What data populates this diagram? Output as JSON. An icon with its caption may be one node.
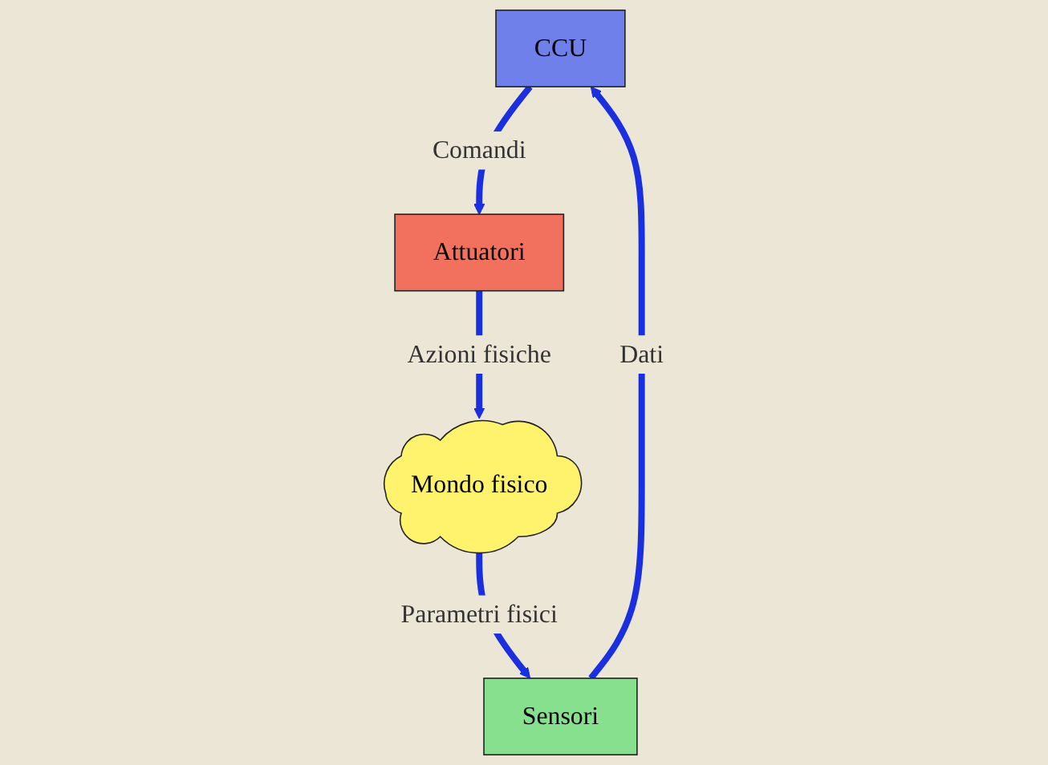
{
  "diagram": {
    "nodes": [
      {
        "text": [
          "CCU"
        ]
      },
      {
        "text": [
          "Attuatori"
        ]
      },
      {
        "text": [
          "Sensori"
        ]
      },
      {
        "text": [
          "Mondo fisico"
        ]
      }
    ],
    "edges": [
      {
        "from": 0,
        "to": 1,
        "arrow": "to",
        "label": "Comandi"
      },
      {
        "from": 2,
        "to": 0,
        "arrow": "to",
        "label": "Dati"
      },
      {
        "from": 1,
        "to": 3,
        "arrow": "to",
        "label": "Azioni fisiche"
      },
      {
        "from": 3,
        "to": 2,
        "arrow": "to",
        "label": "Parametri fisici"
      }
    ]
  }
}
